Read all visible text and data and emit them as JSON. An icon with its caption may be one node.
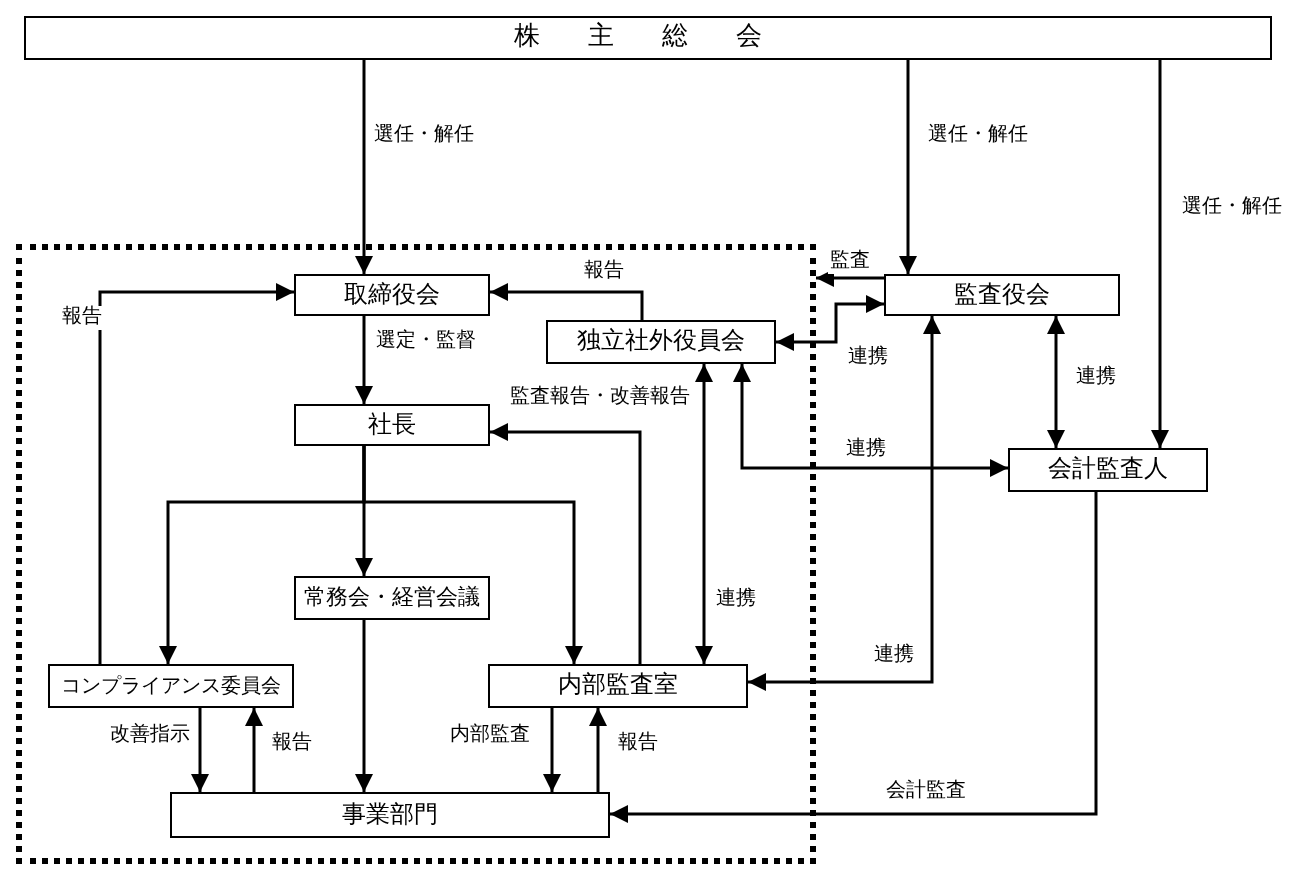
{
  "diagram": {
    "nodes": [
      {
        "text": [
          "株 主 総 会"
        ]
      },
      {
        "text": [],
        "shape": "box"
      },
      {
        "text": [
          "取締役会"
        ],
        "in": 1
      },
      {
        "text": [
          "独立社外役員会"
        ],
        "in": 1
      },
      {
        "text": [
          "監査役会"
        ]
      },
      {
        "text": [
          "社長"
        ],
        "in": 1
      },
      {
        "text": [
          "会計監査人"
        ]
      },
      {
        "text": [
          "常務会・経営会議"
        ],
        "in": 1
      },
      {
        "text": [
          "コンプライアンス委員会"
        ],
        "in": 1
      },
      {
        "text": [
          "内部監査室"
        ],
        "in": 1
      },
      {
        "text": [
          "事業部門"
        ],
        "in": 1
      }
    ],
    "edges": [
      {
        "from": 0,
        "to": 2,
        "arrow": "to",
        "label": "選任・解任"
      },
      {
        "from": 0,
        "to": 4,
        "arrow": "to",
        "label": "選任・解任"
      },
      {
        "from": 0,
        "to": 6,
        "arrow": "to",
        "label": "選任・解任"
      },
      {
        "from": 4,
        "to": 1,
        "arrow": "to",
        "label": "監査"
      },
      {
        "from": 3,
        "to": 2,
        "arrow": "to",
        "label": "報告"
      },
      {
        "from": 4,
        "to": 3,
        "arrow": "both",
        "label": "連携"
      },
      {
        "from": 8,
        "to": 2,
        "arrow": "to",
        "label": "報告"
      },
      {
        "from": 2,
        "to": 5,
        "arrow": "to",
        "label": "選定・監督"
      },
      {
        "from": 9,
        "to": 5,
        "arrow": "to",
        "label": "監査報告・改善報告"
      },
      {
        "from": 4,
        "to": 6,
        "arrow": "both",
        "label": "連携"
      },
      {
        "from": 3,
        "to": 6,
        "arrow": "both",
        "label": "連携"
      },
      {
        "from": 3,
        "to": 9,
        "arrow": "both",
        "label": "連携"
      },
      {
        "from": 5,
        "to": 7,
        "arrow": "to"
      },
      {
        "from": 5,
        "to": 8,
        "arrow": "to"
      },
      {
        "from": 5,
        "to": 9,
        "arrow": "to"
      },
      {
        "from": 4,
        "to": 9,
        "arrow": "both",
        "label": "連携"
      },
      {
        "from": 7,
        "to": 10,
        "arrow": "to"
      },
      {
        "from": 8,
        "to": 10,
        "arrow": "to",
        "label": "改善指示"
      },
      {
        "from": 10,
        "to": 8,
        "arrow": "to",
        "label": "報告"
      },
      {
        "from": 9,
        "to": 10,
        "arrow": "to",
        "label": "内部監査"
      },
      {
        "from": 10,
        "to": 9,
        "arrow": "to",
        "label": "報告"
      },
      {
        "from": 6,
        "to": 10,
        "arrow": "to",
        "label": "会計監査"
      }
    ]
  }
}
